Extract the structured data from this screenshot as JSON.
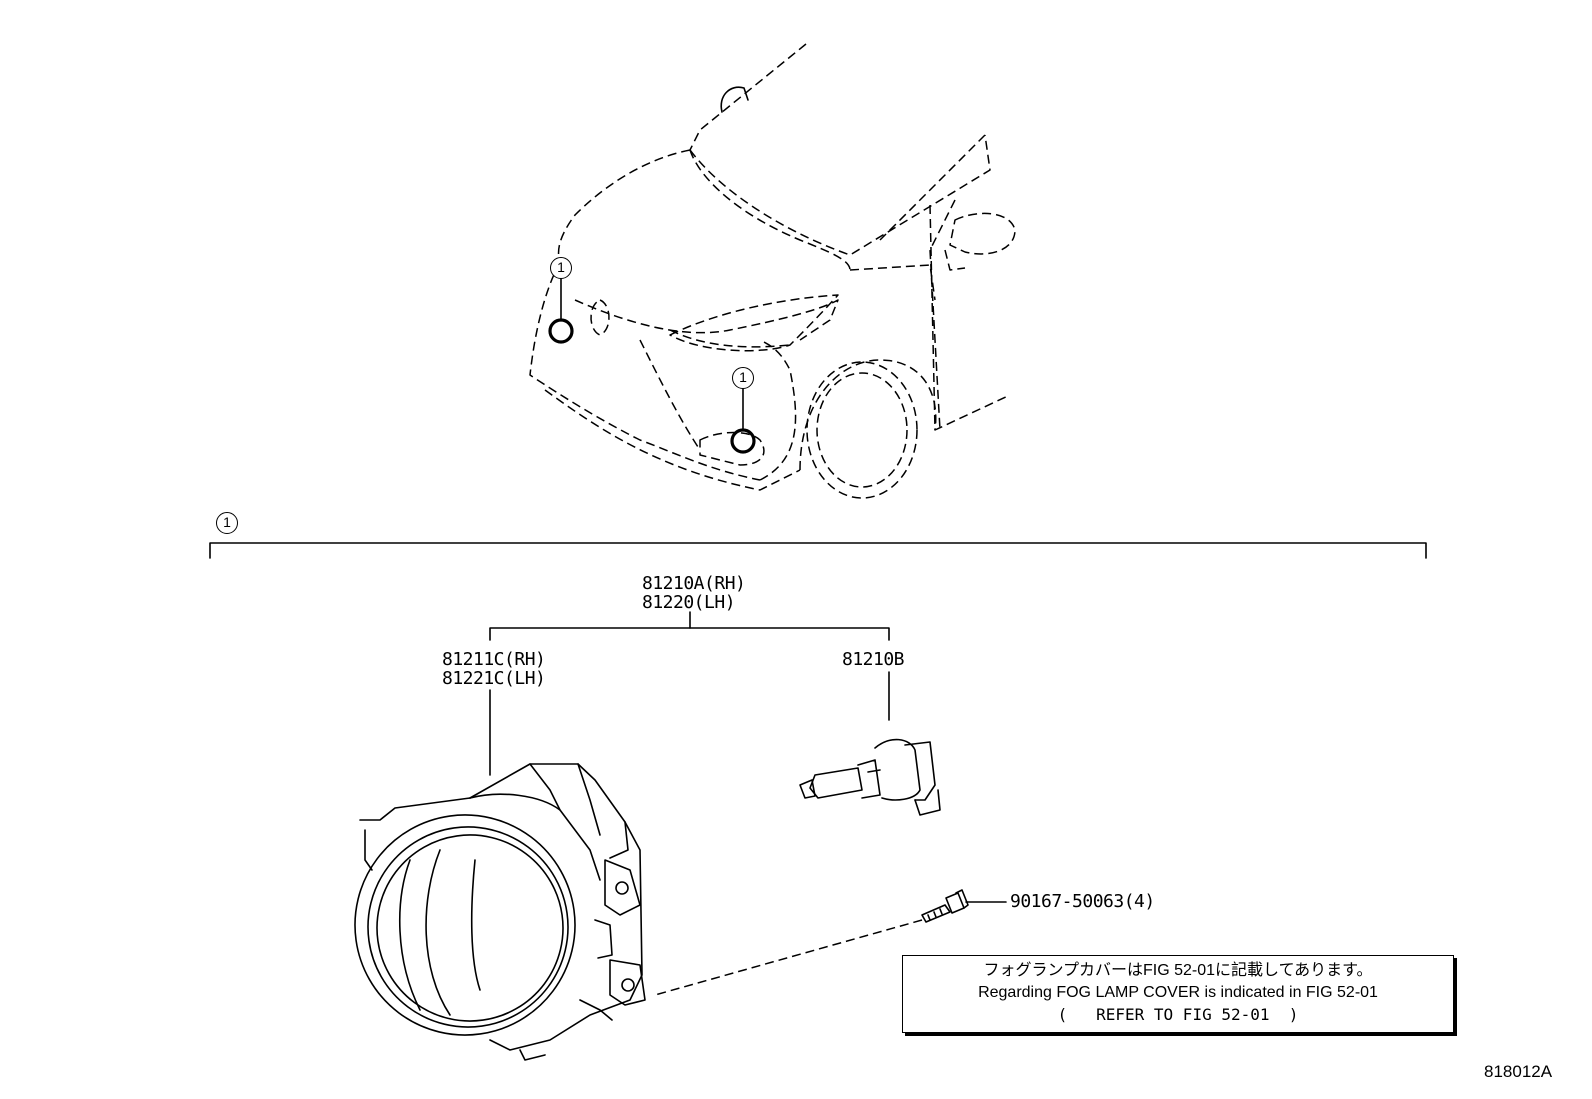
{
  "callouts": {
    "upper_left": "1",
    "upper_right": "1",
    "bracket": "1"
  },
  "parts": {
    "assembly": {
      "line1": "81210A(RH)",
      "line2": "81220(LH)"
    },
    "lens_unit": {
      "line1": "81211C(RH)",
      "line2": "81221C(LH)"
    },
    "bulb": "81210B",
    "screw": "90167-50063(4)"
  },
  "note": {
    "japanese": "フォグランプカバーはFIG 52-01に記載してあります。",
    "english": "Regarding FOG LAMP COVER is indicated in FIG 52-01",
    "reference": "(   REFER TO FIG 52-01  )"
  },
  "figure_code": "818012A"
}
